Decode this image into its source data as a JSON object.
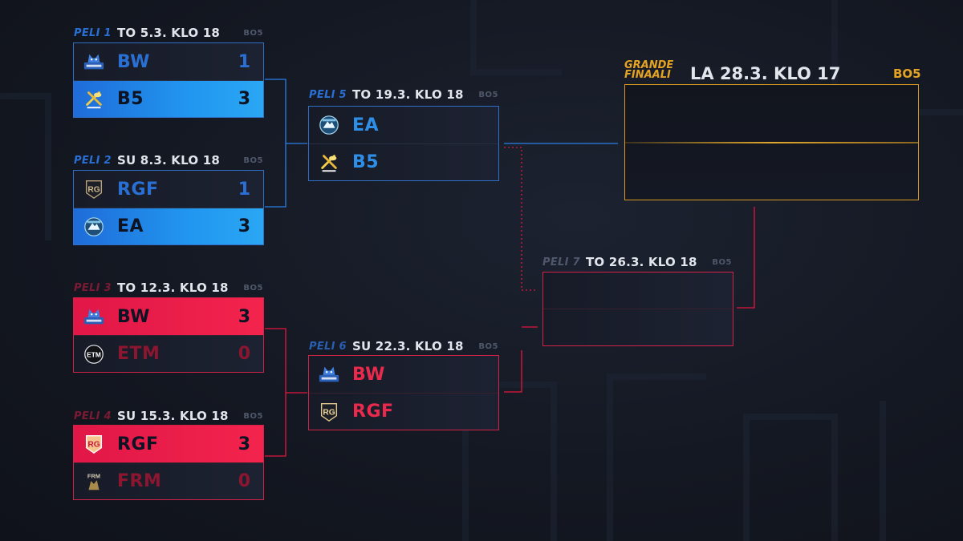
{
  "colors": {
    "blue": "#2a7ee6",
    "red": "#e3163f",
    "gold": "#e5a323",
    "background": "#141822"
  },
  "matches": [
    {
      "peli": "PELI 1",
      "date": "TO 5.3. KLO 18",
      "bo": "BO5",
      "teams": [
        {
          "name": "BW",
          "score": "1",
          "logo": "blue-wolf-icon"
        },
        {
          "name": "B5",
          "score": "3",
          "logo": "bastu5-icon"
        }
      ]
    },
    {
      "peli": "PELI 2",
      "date": "SU 8.3. KLO 18",
      "bo": "BO5",
      "teams": [
        {
          "name": "RGF",
          "score": "1",
          "logo": "rgf-icon"
        },
        {
          "name": "EA",
          "score": "3",
          "logo": "avalanche-icon"
        }
      ]
    },
    {
      "peli": "PELI 3",
      "date": "TO 12.3. KLO 18",
      "bo": "BO5",
      "teams": [
        {
          "name": "BW",
          "score": "3",
          "logo": "blue-wolf-icon"
        },
        {
          "name": "ETM",
          "score": "0",
          "logo": "etm-icon"
        }
      ]
    },
    {
      "peli": "PELI 4",
      "date": "SU 15.3. KLO 18",
      "bo": "BO5",
      "teams": [
        {
          "name": "RGF",
          "score": "3",
          "logo": "rgf-icon"
        },
        {
          "name": "FRM",
          "score": "0",
          "logo": "frm-icon"
        }
      ]
    },
    {
      "peli": "PELI 5",
      "date": "TO 19.3. KLO 18",
      "bo": "BO5",
      "teams": [
        {
          "name": "EA",
          "logo": "avalanche-icon"
        },
        {
          "name": "B5",
          "logo": "bastu5-icon"
        }
      ]
    },
    {
      "peli": "PELI 6",
      "date": "SU 22.3. KLO 18",
      "bo": "BO5",
      "teams": [
        {
          "name": "BW",
          "logo": "blue-wolf-icon"
        },
        {
          "name": "RGF",
          "logo": "rgf-icon"
        }
      ]
    },
    {
      "peli": "PELI 7",
      "date": "TO 26.3. KLO 18",
      "bo": "BO5",
      "teams": []
    }
  ],
  "final": {
    "label_line1": "GRANDE",
    "label_line2": "FINAALI",
    "date": "LA 28.3. KLO 17",
    "bo": "BO5"
  }
}
